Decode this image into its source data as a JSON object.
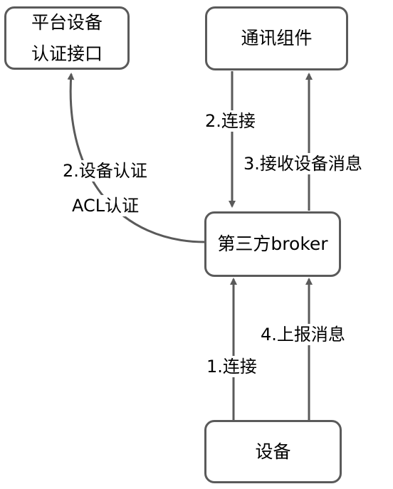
{
  "nodes": {
    "platform": {
      "lines": [
        "平台设备",
        "认证接口"
      ]
    },
    "comm": {
      "label": "通讯组件"
    },
    "broker": {
      "label": "第三方broker"
    },
    "device": {
      "label": "设备"
    }
  },
  "edges": {
    "connect_comm": "2.连接",
    "receive_msg": "3.接收设备消息",
    "auth_device": "2.设备认证",
    "auth_acl": "ACL认证",
    "report_msg": "4.上报消息",
    "connect_broker": "1.连接"
  },
  "colors": {
    "stroke": "#5a5a5a"
  }
}
